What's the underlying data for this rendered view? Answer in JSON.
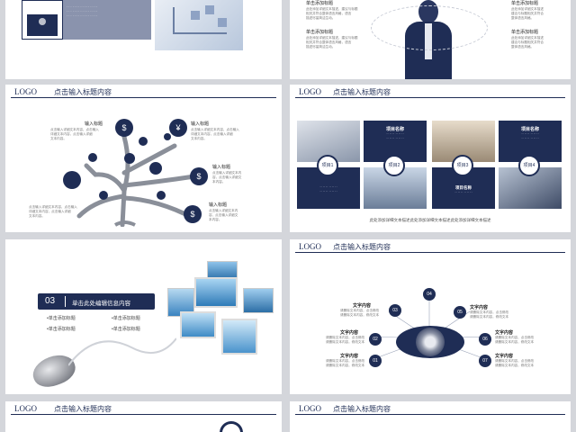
{
  "logo_text": "LOGO",
  "slide_title": "点击输入标题内容",
  "slide1": {
    "side_text": "点击添加标题"
  },
  "slide2": {
    "items": [
      {
        "title": "单击添加标题"
      },
      {
        "title": "单击添加标题"
      },
      {
        "title": "单击添加标题"
      },
      {
        "title": "单击添加标题"
      }
    ]
  },
  "slide3": {
    "items": [
      {
        "title": "输入标题"
      },
      {
        "title": "输入标题"
      },
      {
        "title": "输入标题"
      },
      {
        "title": "输入标题"
      }
    ],
    "icons": [
      "$",
      "¥",
      "$",
      "$"
    ]
  },
  "slide4": {
    "project_name": "项目名称",
    "items": [
      {
        "label": "项目1"
      },
      {
        "label": "项目2"
      },
      {
        "label": "项目3"
      },
      {
        "label": "项目4"
      }
    ],
    "footer": "此处添加详细文本描述此处添加详细文本描述此处添加详细文本描述"
  },
  "slide5": {
    "number": "03",
    "banner": "单击此处编辑信息内容",
    "bullets": [
      "•单击添加标题",
      "•单击添加标题",
      "•单击添加标题",
      "•单击添加标题"
    ]
  },
  "slide6": {
    "nodes": [
      "01",
      "02",
      "03",
      "04",
      "05",
      "06",
      "07"
    ],
    "label": "文字内容"
  },
  "colors": {
    "navy": "#1f2d55",
    "accent": "#2c3a66"
  }
}
